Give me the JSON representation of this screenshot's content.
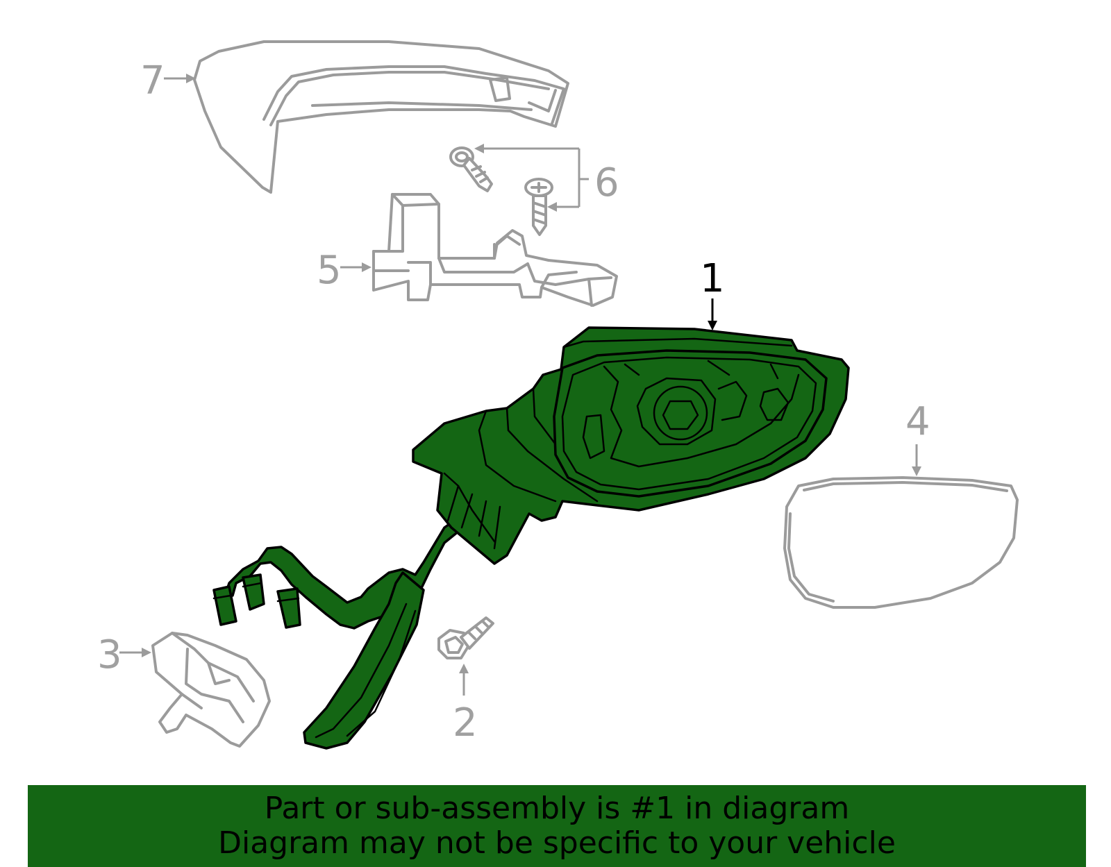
{
  "callouts": {
    "c1": "1",
    "c2": "2",
    "c3": "3",
    "c4": "4",
    "c5": "5",
    "c6": "6",
    "c7": "7"
  },
  "footer": {
    "line1": "Part or sub-assembly is #1 in diagram",
    "line2": "Diagram may not be specific to your vehicle"
  },
  "colors": {
    "highlight": "#146614",
    "secondary_parts": "#9b9b9b"
  }
}
